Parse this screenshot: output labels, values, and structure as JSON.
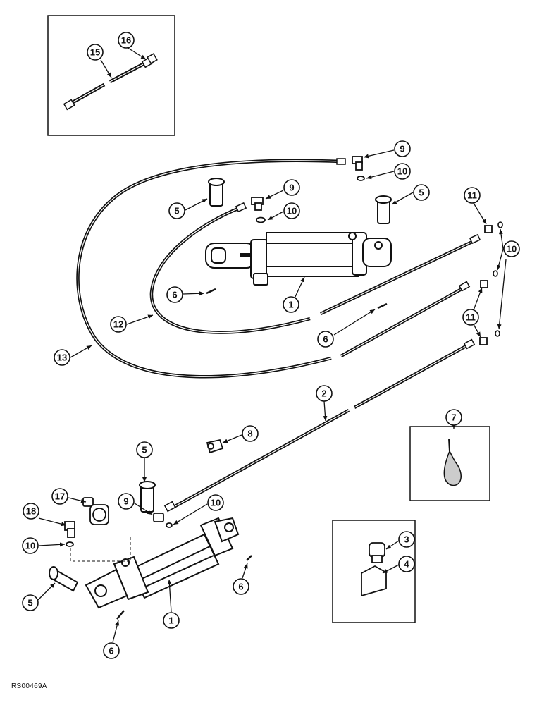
{
  "figure_code": "RS00469A",
  "callouts": {
    "c16": "16",
    "c15": "15",
    "c9a": "9",
    "c10a": "10",
    "c9b": "9",
    "c10b": "10",
    "c5a": "5",
    "c5b": "5",
    "c11a": "11",
    "c10c": "10",
    "c6a": "6",
    "c1a": "1",
    "c12": "12",
    "c6b": "6",
    "c11b": "11",
    "c13": "13",
    "c2": "2",
    "c7": "7",
    "c8": "8",
    "c5c": "5",
    "c17": "17",
    "c9c": "9",
    "c10d": "10",
    "c18": "18",
    "c10e": "10",
    "c3": "3",
    "c4": "4",
    "c5d": "5",
    "c1b": "1",
    "c6c": "6",
    "c6d": "6"
  }
}
